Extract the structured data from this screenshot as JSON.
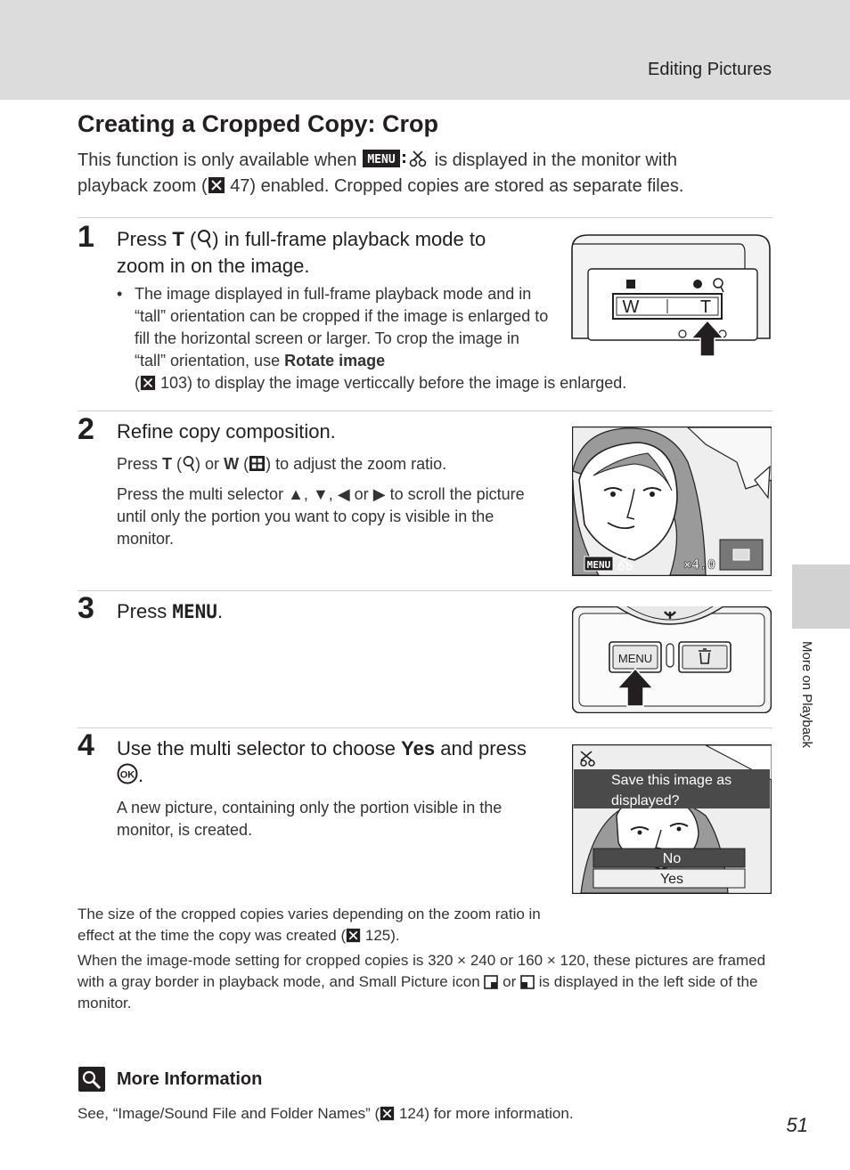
{
  "header": {
    "section_title": "Editing Pictures"
  },
  "side_tab": {
    "label": "More on Playback"
  },
  "page": {
    "title": "Creating a Cropped Copy: Crop",
    "intro_a": "This function is only available when",
    "intro_b": "is displayed in the monitor with playback zoom (",
    "intro_c": "47) enabled. Cropped copies are stored as separate files.",
    "number": "51"
  },
  "steps": [
    {
      "number": "1",
      "head_a": "Press",
      "head_b": "(",
      "head_c": ") in full-frame playback mode to zoom in on the image.",
      "bullet_a": "The image displayed in full-frame playback mode and in “tall” orientation can be cropped if the image is enlarged to fill the horizontal screen or larger. To crop the image in “tall” orientation, use",
      "bullet_bold": "Rotate image",
      "bullet_b_pre": "(",
      "bullet_b": "103) to display the image verticcally before the image is enlarged.",
      "figure": {
        "label_w": "W",
        "label_t": "T"
      }
    },
    {
      "number": "2",
      "head": "Refine copy composition.",
      "p1_a": "Press",
      "p1_b": "(",
      "p1_c": ") or",
      "p1_d": "(",
      "p1_e": ") to adjust the zoom ratio.",
      "p2_a": "Press the multi selector",
      "p2_b": ",",
      "p2_c": ",",
      "p2_d": "or",
      "p2_e": "to scroll the picture until only the portion you want to copy is visible in the monitor.",
      "figure": {
        "zoom": "×4.0"
      }
    },
    {
      "number": "3",
      "head_a": "Press",
      "head_b": ".",
      "figure": {
        "button_label": "MENU"
      }
    },
    {
      "number": "4",
      "head_a": "Use the multi selector to choose",
      "head_bold": "Yes",
      "head_b": "and press",
      "head_c": ".",
      "body": "A new picture, containing only the portion visible in the monitor, is created.",
      "figure": {
        "dialog_line1": "Save this image as",
        "dialog_line2": "displayed?",
        "option_no": "No",
        "option_yes": "Yes"
      }
    }
  ],
  "notes": {
    "n1_a": "The size of the cropped copies varies depending on the zoom ratio in effect at the time the copy was created (",
    "n1_b": "125).",
    "n2_a": "When the image-mode setting for cropped copies is 320 × 240 or 160 × 120, these pictures are framed with a gray border in playback mode, and Small Picture icon",
    "n2_b": "or",
    "n2_c": "is displayed in the left side of the monitor."
  },
  "more_info": {
    "title": "More Information",
    "text_a": "See, “Image/Sound File and Folder Names” (",
    "text_b": "124) for more information."
  },
  "glyphs": {
    "T": "T",
    "W": "W",
    "menu": "MENU",
    "up": "▲",
    "down": "▼",
    "left": "◀",
    "right": "▶"
  }
}
